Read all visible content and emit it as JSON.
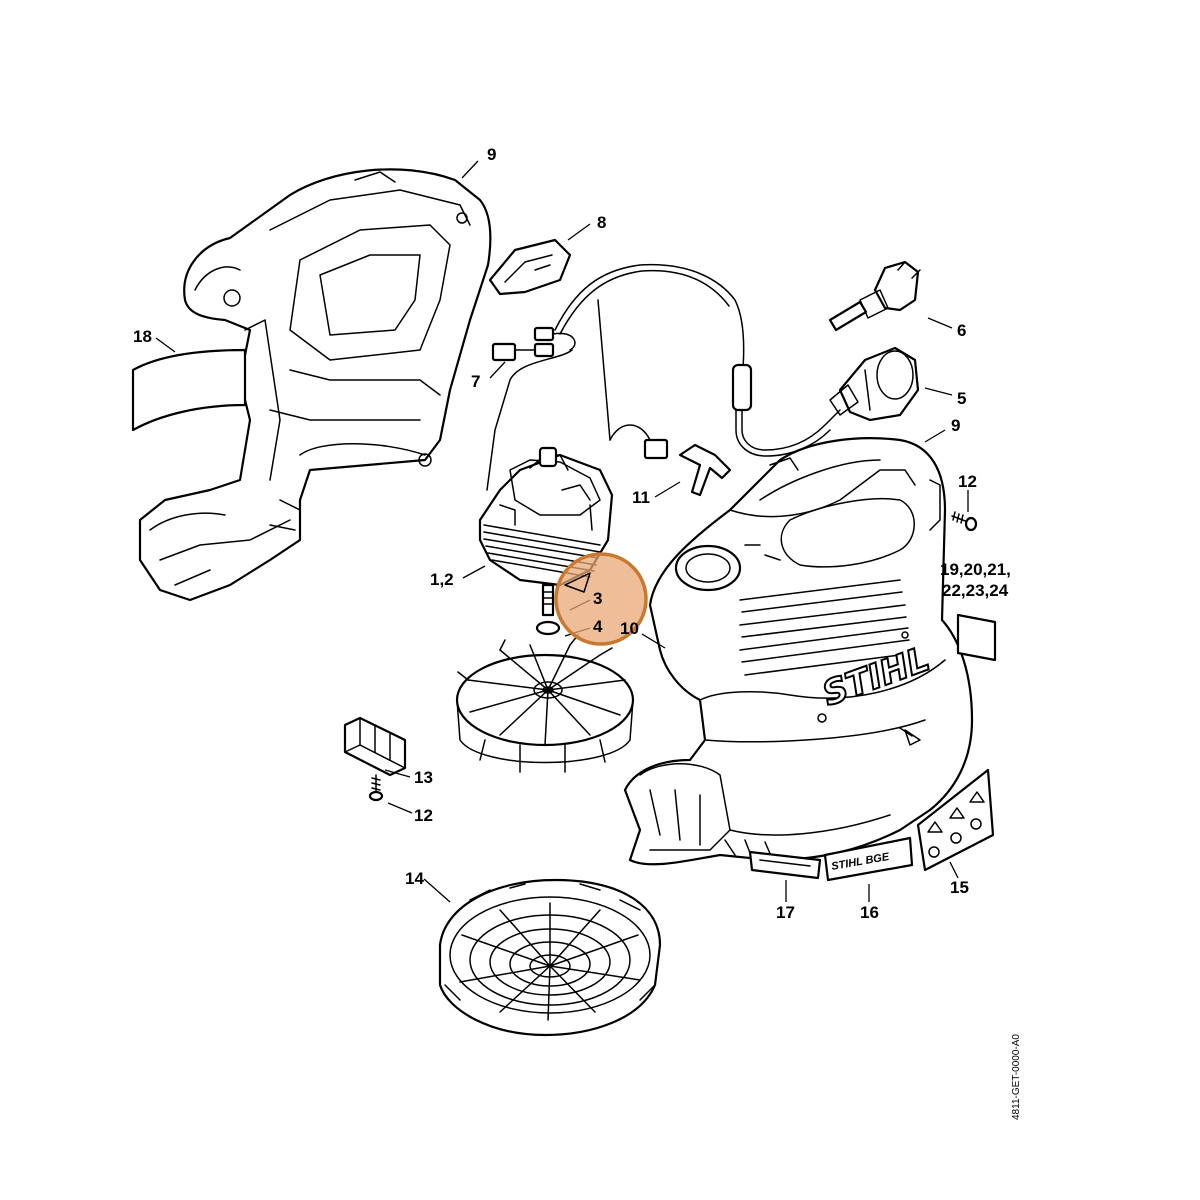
{
  "diagram": {
    "document_number": "4811-GET-0000-A0",
    "brand_mark": "STIHL",
    "model_label": "STIHL BGE",
    "highlight_color": "#e8a877",
    "highlight_stroke": "#c9782f",
    "callouts": {
      "c1_2": "1,2",
      "c3": "3",
      "c4": "4",
      "c5": "5",
      "c6": "6",
      "c7": "7",
      "c8": "8",
      "c9_top": "9",
      "c9_right": "9",
      "c10": "10",
      "c11": "11",
      "c12_right": "12",
      "c12_left": "12",
      "c13": "13",
      "c14": "14",
      "c15": "15",
      "c16": "16",
      "c17": "17",
      "c18": "18",
      "c19_line1": "19,20,21,",
      "c19_line2": "22,23,24"
    }
  }
}
